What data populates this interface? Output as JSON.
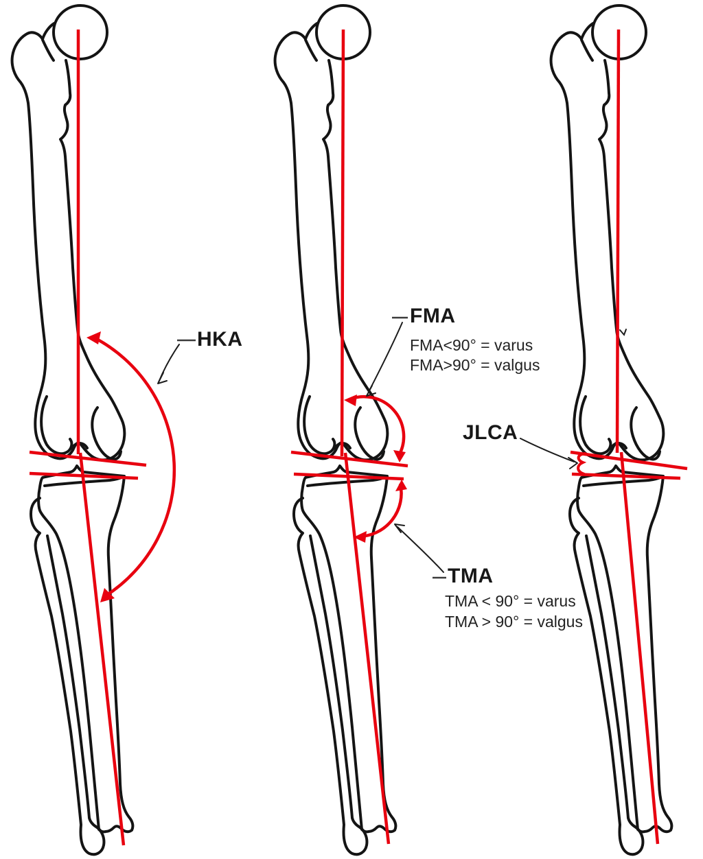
{
  "figure": {
    "type": "medical-diagram",
    "subject": "lower-limb-alignment-angles",
    "colors": {
      "annotation_red": "#e8000f",
      "bone_black": "#141414",
      "background": "#ffffff"
    },
    "labels": {
      "hka": "HKA",
      "fma_title": "FMA",
      "fma_line1": "FMA<90° = varus",
      "fma_line2": "FMA>90° = valgus",
      "tma_title": "TMA",
      "tma_line1": "TMA < 90° = varus",
      "tma_line2": "TMA > 90° = valgus",
      "jlca": "JLCA"
    },
    "panels": [
      {
        "position": "left",
        "angles": [
          "HKA"
        ]
      },
      {
        "position": "middle",
        "angles": [
          "FMA",
          "TMA"
        ]
      },
      {
        "position": "right",
        "angles": [
          "JLCA"
        ]
      }
    ]
  }
}
